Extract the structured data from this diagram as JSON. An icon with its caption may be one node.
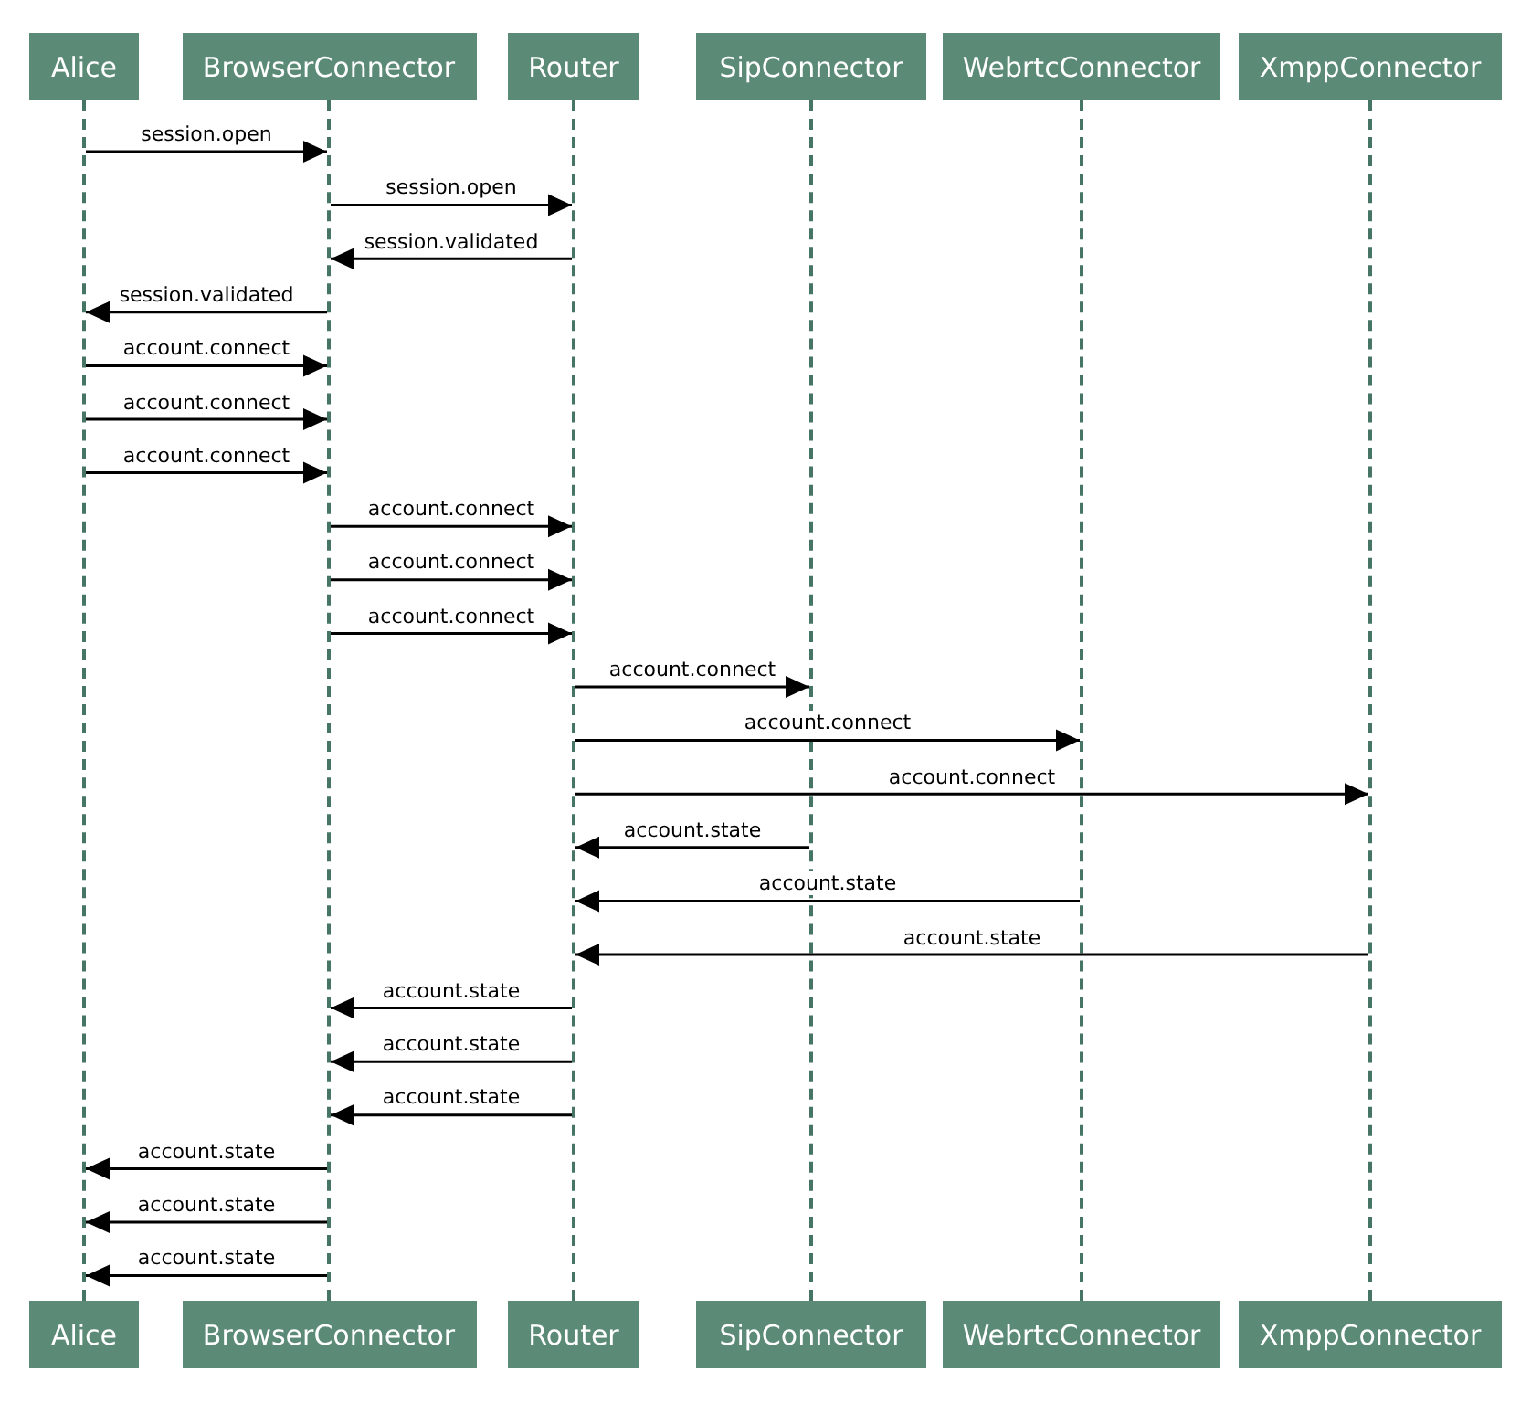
{
  "diagram": {
    "nodes": [
      {
        "text": [
          "Alice"
        ]
      },
      {
        "text": [
          "BrowserConnector"
        ]
      },
      {
        "text": [
          "Router"
        ]
      },
      {
        "text": [
          "SipConnector"
        ]
      },
      {
        "text": [
          "WebrtcConnector"
        ]
      },
      {
        "text": [
          "XmppConnector"
        ]
      },
      {
        "text": [],
        "shape": "bar"
      },
      {
        "text": [],
        "shape": "bar"
      },
      {
        "text": [],
        "shape": "bar"
      },
      {
        "text": [],
        "shape": "bar"
      },
      {
        "text": [],
        "shape": "bar"
      },
      {
        "text": [],
        "shape": "bar"
      },
      {
        "text": [
          "Alice"
        ]
      },
      {
        "text": [
          "BrowserConnector"
        ]
      },
      {
        "text": [
          "Router"
        ]
      },
      {
        "text": [
          "SipConnector"
        ]
      },
      {
        "text": [
          "WebrtcConnector"
        ]
      },
      {
        "text": [
          "XmppConnector"
        ]
      }
    ],
    "edges": [
      {
        "from": 6,
        "to": 7,
        "arrow": "to",
        "label": "session.open"
      },
      {
        "from": 7,
        "to": 8,
        "arrow": "to",
        "label": "session.open"
      },
      {
        "from": 8,
        "to": 7,
        "arrow": "to",
        "label": "session.validated"
      },
      {
        "from": 7,
        "to": 6,
        "arrow": "to",
        "label": "session.validated"
      },
      {
        "from": 6,
        "to": 7,
        "arrow": "to",
        "label": "account.connect"
      },
      {
        "from": 6,
        "to": 7,
        "arrow": "to",
        "label": "account.connect"
      },
      {
        "from": 6,
        "to": 7,
        "arrow": "to",
        "label": "account.connect"
      },
      {
        "from": 7,
        "to": 8,
        "arrow": "to",
        "label": "account.connect"
      },
      {
        "from": 7,
        "to": 8,
        "arrow": "to",
        "label": "account.connect"
      },
      {
        "from": 7,
        "to": 8,
        "arrow": "to",
        "label": "account.connect"
      },
      {
        "from": 8,
        "to": 9,
        "arrow": "to",
        "label": "account.connect"
      },
      {
        "from": 8,
        "to": 10,
        "arrow": "to",
        "label": "account.connect"
      },
      {
        "from": 8,
        "to": 11,
        "arrow": "to",
        "label": "account.connect"
      },
      {
        "from": 9,
        "to": 8,
        "arrow": "to",
        "label": "account.state"
      },
      {
        "from": 10,
        "to": 8,
        "arrow": "to",
        "label": "account.state"
      },
      {
        "from": 11,
        "to": 8,
        "arrow": "to",
        "label": "account.state"
      },
      {
        "from": 8,
        "to": 7,
        "arrow": "to",
        "label": "account.state"
      },
      {
        "from": 8,
        "to": 7,
        "arrow": "to",
        "label": "account.state"
      },
      {
        "from": 8,
        "to": 7,
        "arrow": "to",
        "label": "account.state"
      },
      {
        "from": 7,
        "to": 6,
        "arrow": "to",
        "label": "account.state"
      },
      {
        "from": 7,
        "to": 6,
        "arrow": "to",
        "label": "account.state"
      },
      {
        "from": 7,
        "to": 6,
        "arrow": "to",
        "label": "account.state"
      }
    ]
  }
}
